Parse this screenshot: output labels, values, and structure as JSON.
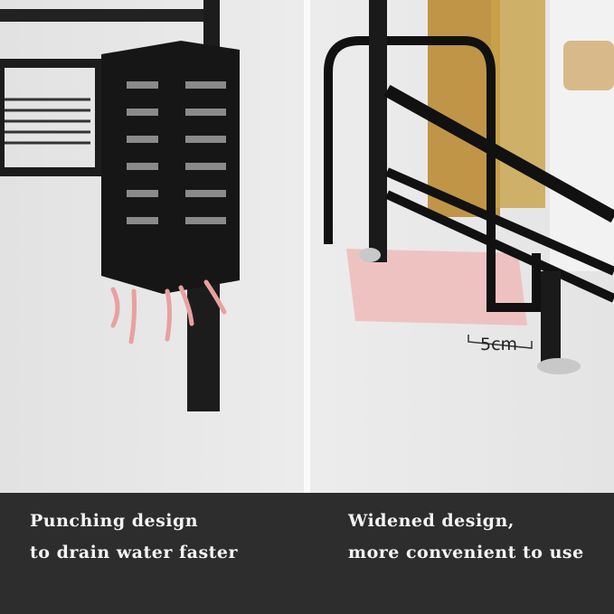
{
  "left_caption": {
    "line1": "Punching design",
    "line2": "to drain water faster"
  },
  "right_caption": {
    "line1": "Widened design,",
    "line2": "more convenient to use"
  },
  "measurement_label": "5cm",
  "colors": {
    "band": "#2d2d2d",
    "rack": "#1c1c1c",
    "arrow": "#e9a0a0"
  }
}
